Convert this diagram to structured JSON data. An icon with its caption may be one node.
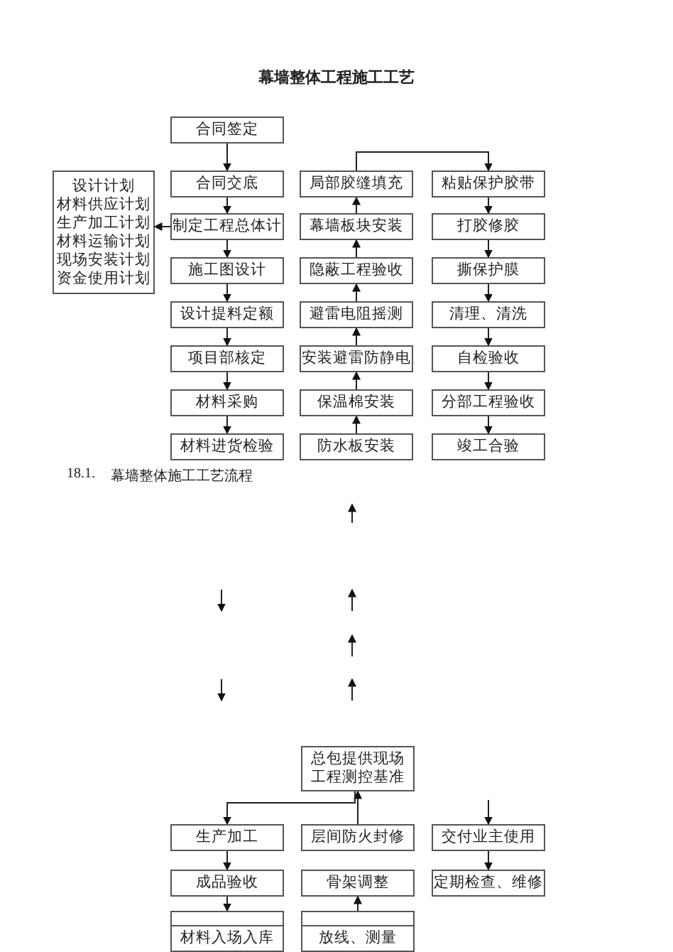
{
  "diagram": {
    "title": "幕墙整体工程施工工艺",
    "nodes": [
      {
        "text": [
          "合同签定"
        ]
      },
      {
        "text": [
          "设计计划",
          "材料供应计划",
          "生产加工计划",
          "材料运输计划",
          "现场安装计划",
          "资金使用计划"
        ]
      },
      {
        "text": [
          "合同交底"
        ]
      },
      {
        "text": [
          "局部胶缝填充"
        ]
      },
      {
        "text": [
          "粘贴保护胶带"
        ]
      },
      {
        "text": [
          "制定工程总体计"
        ]
      },
      {
        "text": [
          "幕墙板块安装"
        ]
      },
      {
        "text": [
          "打胶修胶"
        ]
      },
      {
        "text": [
          "施工图设计"
        ]
      },
      {
        "text": [
          "隐蔽工程验收"
        ]
      },
      {
        "text": [
          "撕保护膜"
        ]
      },
      {
        "text": [
          "设计提料定额"
        ]
      },
      {
        "text": [
          "避雷电阻摇测"
        ]
      },
      {
        "text": [
          "清理、清洗"
        ]
      },
      {
        "text": [
          "项目部核定"
        ]
      },
      {
        "text": [
          "安装避雷防静电"
        ]
      },
      {
        "text": [
          "自检验收"
        ]
      },
      {
        "text": [
          "材料采购"
        ]
      },
      {
        "text": [
          "保温棉安装"
        ]
      },
      {
        "text": [
          "分部工程验收"
        ]
      },
      {
        "text": [
          "材料进货检验"
        ]
      },
      {
        "text": [
          "防水板安装"
        ]
      },
      {
        "text": [
          "竣工合验"
        ]
      },
      {
        "text": [
          "总包提供现场工程测控基准"
        ]
      },
      {
        "text": [
          "生产加工"
        ]
      },
      {
        "text": [
          "层间防火封修"
        ]
      },
      {
        "text": [
          "交付业主使用"
        ]
      },
      {
        "text": [
          "成品验收"
        ]
      },
      {
        "text": [
          "骨架调整"
        ]
      },
      {
        "text": [
          "定期检查、维修"
        ]
      },
      {
        "text": [],
        "shape": "box"
      },
      {
        "text": [],
        "shape": "box"
      },
      {
        "text": [
          "材料入场入库"
        ]
      },
      {
        "text": [
          "放线、测量"
        ]
      }
    ],
    "edges": [
      {
        "from": 0,
        "to": 2,
        "arrow": "to"
      },
      {
        "from": 2,
        "to": 5,
        "arrow": "to"
      },
      {
        "from": 5,
        "to": 1,
        "arrow": "to"
      },
      {
        "from": 5,
        "to": 8,
        "arrow": "to"
      },
      {
        "from": 8,
        "to": 11,
        "arrow": "to"
      },
      {
        "from": 11,
        "to": 14,
        "arrow": "to"
      },
      {
        "from": 14,
        "to": 17,
        "arrow": "to"
      },
      {
        "from": 17,
        "to": 20,
        "arrow": "to"
      },
      {
        "from": 21,
        "to": 18,
        "arrow": "to"
      },
      {
        "from": 18,
        "to": 15,
        "arrow": "to"
      },
      {
        "from": 15,
        "to": 12,
        "arrow": "to"
      },
      {
        "from": 12,
        "to": 9,
        "arrow": "to"
      },
      {
        "from": 9,
        "to": 6,
        "arrow": "to"
      },
      {
        "from": 6,
        "to": 3,
        "arrow": "to"
      },
      {
        "from": 3,
        "to": 4,
        "arrow": "to"
      },
      {
        "from": 4,
        "to": 7,
        "arrow": "to"
      },
      {
        "from": 7,
        "to": 10,
        "arrow": "to"
      },
      {
        "from": 10,
        "to": 13,
        "arrow": "to"
      },
      {
        "from": 13,
        "to": 16,
        "arrow": "to"
      },
      {
        "from": 16,
        "to": 19,
        "arrow": "to"
      },
      {
        "from": 19,
        "to": 22,
        "arrow": "to"
      },
      {
        "from": 25,
        "to": 23,
        "arrow": "to"
      },
      {
        "from": 23,
        "to": 24,
        "arrow": "to"
      },
      {
        "from": null,
        "to": 26,
        "arrow": "to"
      },
      {
        "from": 26,
        "to": 29,
        "arrow": "to"
      },
      {
        "from": 24,
        "to": 27,
        "arrow": "to"
      },
      {
        "from": 27,
        "to": 30,
        "arrow": "to"
      },
      {
        "from": 31,
        "to": 28,
        "arrow": "to"
      }
    ],
    "labels": [
      "18.1.",
      "幕墙整体施工工艺流程"
    ]
  }
}
